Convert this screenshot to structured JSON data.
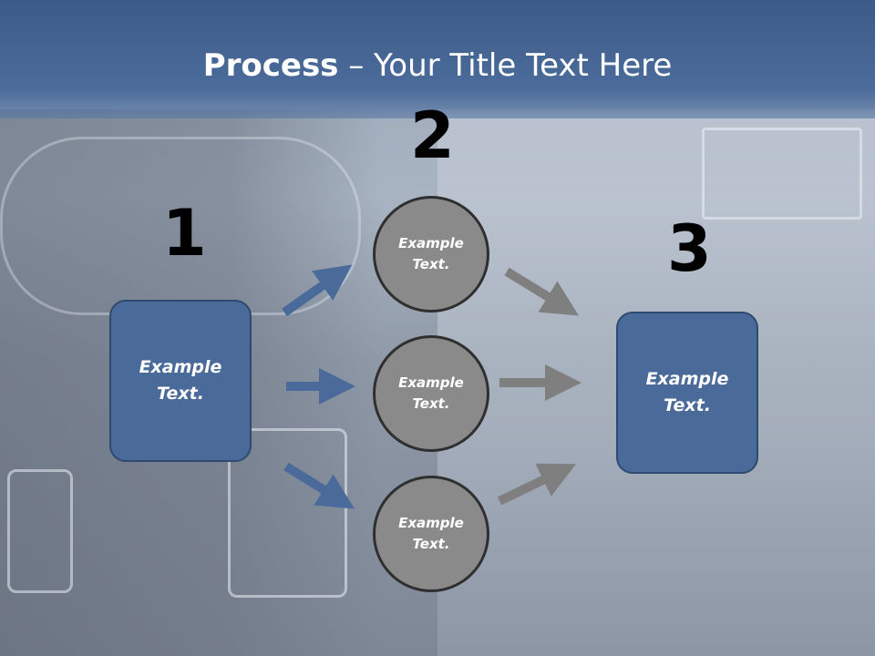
{
  "title": {
    "bold": "Process",
    "rest": " – Your Title Text Here"
  },
  "steps": [
    {
      "number": "1",
      "text": "Example Text."
    },
    {
      "number": "2",
      "text": "Example Text."
    },
    {
      "number": "3",
      "text": "Example Text."
    }
  ],
  "circles": [
    {
      "text": "Example Text."
    },
    {
      "text": "Example Text."
    },
    {
      "text": "Example Text."
    }
  ],
  "colors": {
    "header": "#4b6c9b",
    "box": "#4a6a9a",
    "circle": "#8a8a8a",
    "arrow_blue": "#4a6a9a",
    "arrow_gray": "#7f7f7f"
  }
}
